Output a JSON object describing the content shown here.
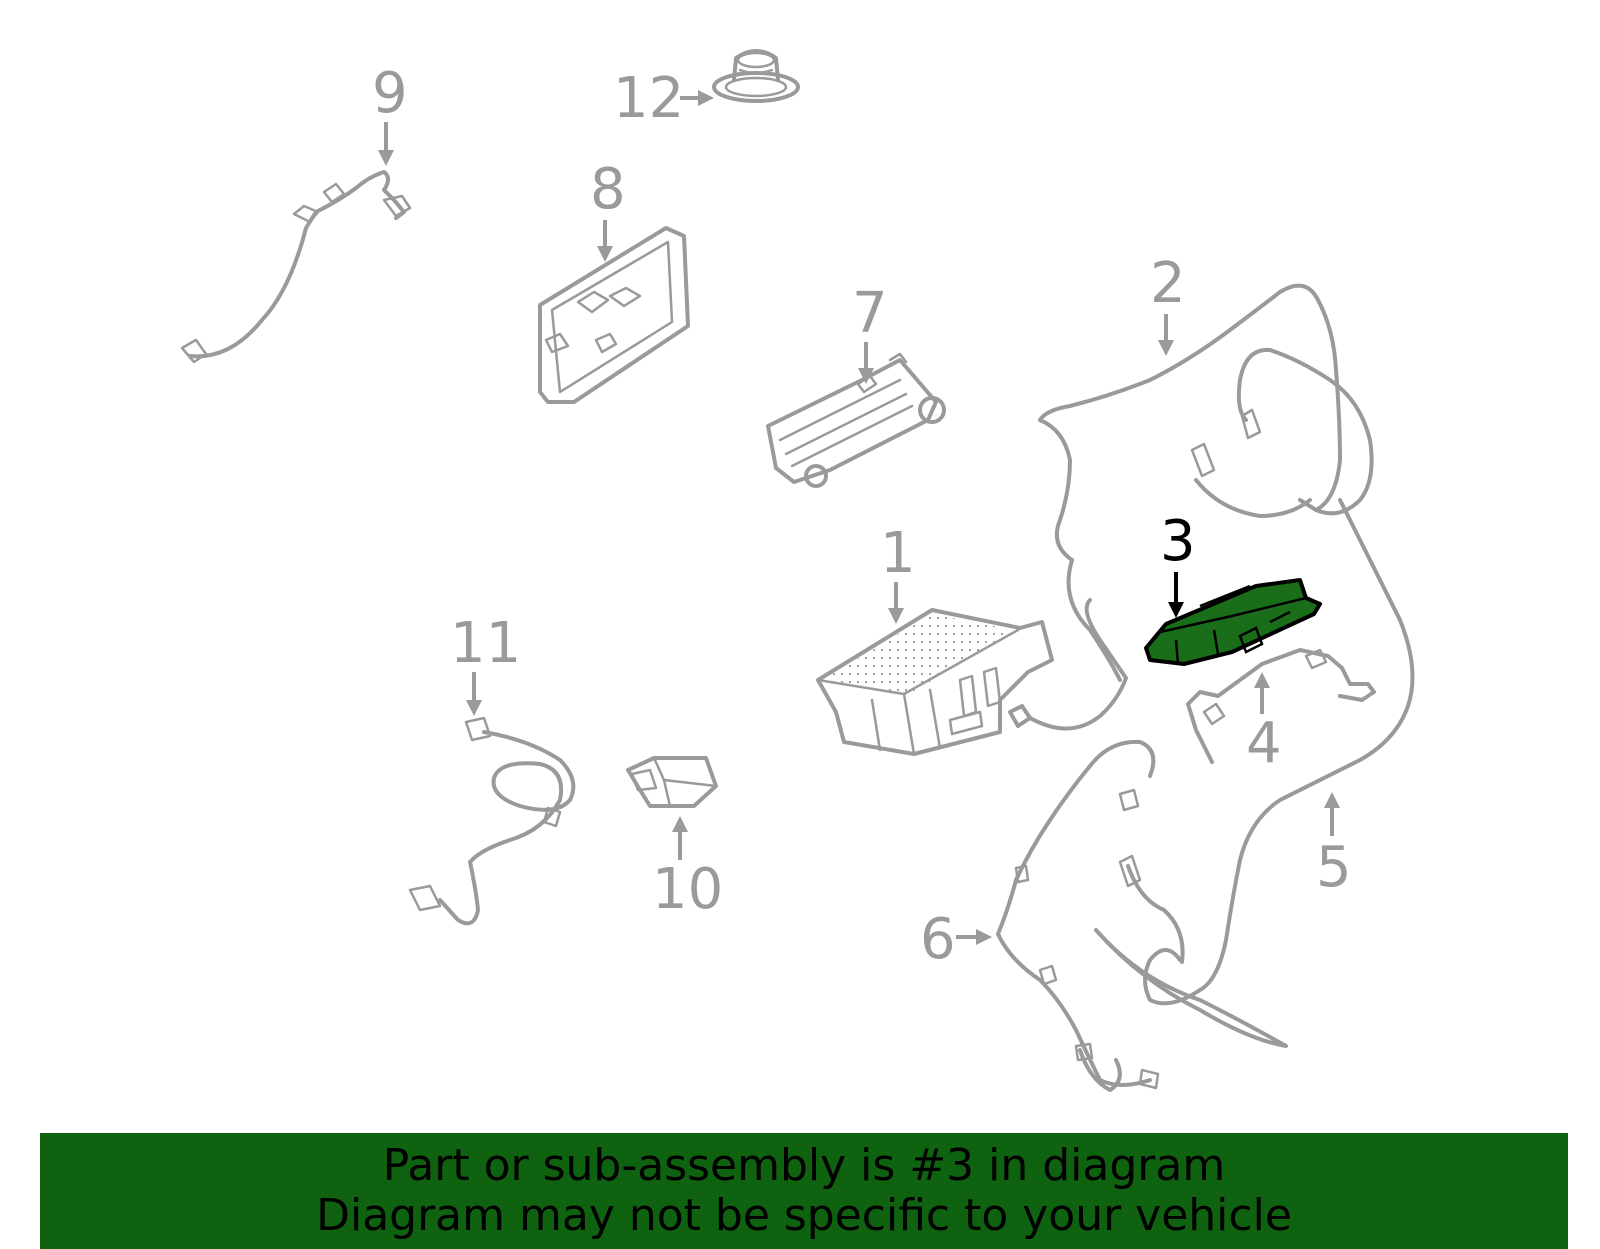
{
  "diagram": {
    "callouts": [
      "1",
      "2",
      "3",
      "4",
      "5",
      "6",
      "7",
      "8",
      "9",
      "10",
      "11",
      "12"
    ],
    "highlighted_part": "3",
    "colors": {
      "line_art": "#9a9a9a",
      "highlight_fill": "#1a6e1a",
      "highlight_outline": "#000000",
      "banner_background": "#0f620f",
      "banner_text": "#000000"
    }
  },
  "banner": {
    "line1": "Part or sub-assembly is #3 in diagram",
    "line2": "Diagram may not be specific to your vehicle"
  }
}
